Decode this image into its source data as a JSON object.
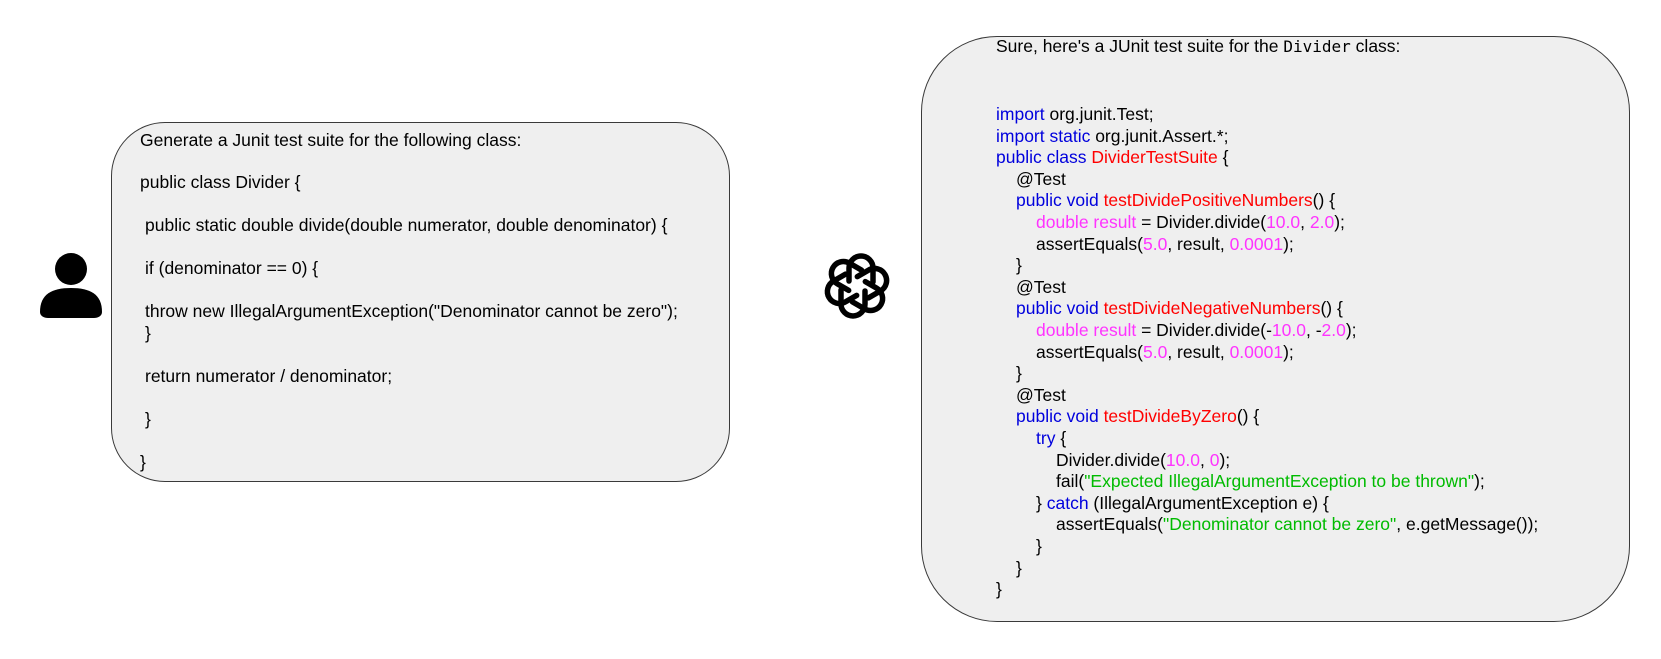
{
  "colors": {
    "keyword": "#0000dd",
    "name": "#ff0000",
    "number": "#ff33ff",
    "string": "#00bb00",
    "text": "#000000",
    "bubble_bg": "#efefef"
  },
  "icons": {
    "user": "person-icon",
    "bot": "openai-logo-icon"
  },
  "user_message": {
    "intro": "Generate a Junit test suite for the following class:",
    "code": [
      "public class Divider {",
      "public static double divide(double numerator, double denominator) {",
      "if (denominator == 0) {",
      "throw new IllegalArgumentException(\"Denominator cannot be zero\");",
      "}",
      "return numerator / denominator;",
      "}",
      "}"
    ]
  },
  "bot_message": {
    "intro": "Sure, here's a JUnit test suite for the ",
    "intro_code": "Divider",
    "intro_end": " class:",
    "code_lines": [
      [
        [
          "keyword",
          "import"
        ],
        [
          "text",
          " org.junit.Test;"
        ]
      ],
      [
        [
          "keyword",
          "import static"
        ],
        [
          "text",
          " org.junit.Assert.*;"
        ]
      ],
      [
        [
          "keyword",
          "public class "
        ],
        [
          "name",
          "DividerTestSuite"
        ],
        [
          "text",
          " {"
        ]
      ],
      [
        [
          "text",
          "@Test"
        ]
      ],
      [
        [
          "keyword",
          "public void "
        ],
        [
          "name",
          "testDividePositiveNumbers"
        ],
        [
          "text",
          "() {"
        ]
      ],
      [
        [
          "number",
          "double result"
        ],
        [
          "text",
          " = Divider.divide("
        ],
        [
          "number",
          "10.0"
        ],
        [
          "text",
          ", "
        ],
        [
          "number",
          "2.0"
        ],
        [
          "text",
          ");"
        ]
      ],
      [
        [
          "text",
          "assertEquals("
        ],
        [
          "number",
          "5.0"
        ],
        [
          "text",
          ", result, "
        ],
        [
          "number",
          "0.0001"
        ],
        [
          "text",
          ");"
        ]
      ],
      [
        [
          "text",
          "}"
        ]
      ],
      [
        [
          "text",
          "@Test"
        ]
      ],
      [
        [
          "keyword",
          "public void "
        ],
        [
          "name",
          "testDivideNegativeNumbers"
        ],
        [
          "text",
          "() {"
        ]
      ],
      [
        [
          "number",
          "double result"
        ],
        [
          "text",
          " = Divider.divide(-"
        ],
        [
          "number",
          "10.0"
        ],
        [
          "text",
          ", -"
        ],
        [
          "number",
          "2.0"
        ],
        [
          "text",
          ");"
        ]
      ],
      [
        [
          "text",
          "assertEquals("
        ],
        [
          "number",
          "5.0"
        ],
        [
          "text",
          ", result, "
        ],
        [
          "number",
          "0.0001"
        ],
        [
          "text",
          ");"
        ]
      ],
      [
        [
          "text",
          "}"
        ]
      ],
      [
        [
          "text",
          "@Test"
        ]
      ],
      [
        [
          "keyword",
          "public void "
        ],
        [
          "name",
          "testDivideByZero"
        ],
        [
          "text",
          "() {"
        ]
      ],
      [
        [
          "keyword",
          "try"
        ],
        [
          "text",
          " {"
        ]
      ],
      [
        [
          "text",
          "Divider.divide("
        ],
        [
          "number",
          "10.0"
        ],
        [
          "text",
          ", "
        ],
        [
          "number",
          "0"
        ],
        [
          "text",
          ");"
        ]
      ],
      [
        [
          "text",
          "fail("
        ],
        [
          "string",
          "\"Expected IllegalArgumentException to be thrown\""
        ],
        [
          "text",
          ");"
        ]
      ],
      [
        [
          "text",
          "} "
        ],
        [
          "keyword",
          "catch"
        ],
        [
          "text",
          " (IllegalArgumentException e) {"
        ]
      ],
      [
        [
          "text",
          "assertEquals("
        ],
        [
          "string",
          "\"Denominator cannot be zero\""
        ],
        [
          "text",
          ", e.getMessage());"
        ]
      ],
      [
        [
          "text",
          "}"
        ]
      ],
      [
        [
          "text",
          "}"
        ]
      ],
      [
        [
          "text",
          "}"
        ]
      ]
    ]
  }
}
